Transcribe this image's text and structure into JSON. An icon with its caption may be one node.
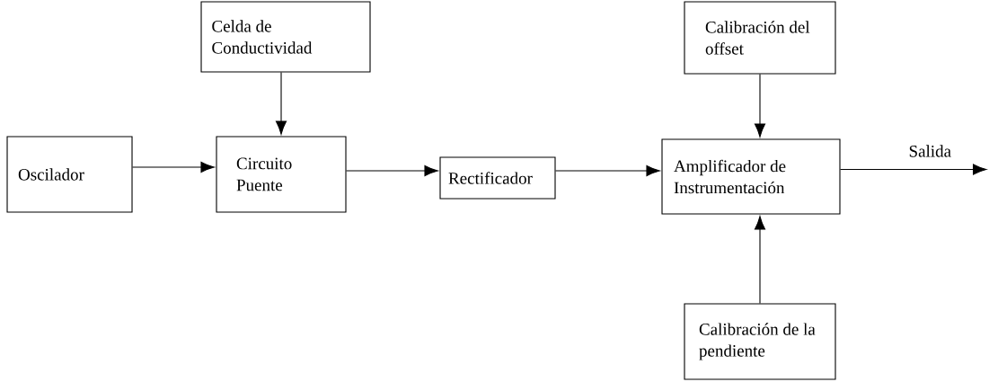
{
  "diagram": {
    "nodes": [
      {
        "text": [
          "Celda de Conductividad"
        ]
      },
      {
        "text": [
          "Calibración del offset"
        ]
      },
      {
        "text": [
          "Oscilador"
        ]
      },
      {
        "text": [
          "Circuito Puente"
        ]
      },
      {
        "text": [
          "Rectificador"
        ]
      },
      {
        "text": [
          "Amplificador de Instrumentación"
        ]
      },
      {
        "text": [
          "Calibración de la pendiente"
        ]
      }
    ],
    "edges": [
      {
        "from": 0,
        "to": 3,
        "arrow": "to"
      },
      {
        "from": 1,
        "to": 5,
        "arrow": "to"
      },
      {
        "from": 2,
        "to": 3,
        "arrow": "to"
      },
      {
        "from": 3,
        "to": 4,
        "arrow": "to"
      },
      {
        "from": 4,
        "to": 5,
        "arrow": "to"
      },
      {
        "from": 6,
        "to": 5,
        "arrow": "to"
      },
      {
        "from": 5,
        "to": null,
        "arrow": "to"
      }
    ],
    "labels": [
      "Salida"
    ]
  }
}
